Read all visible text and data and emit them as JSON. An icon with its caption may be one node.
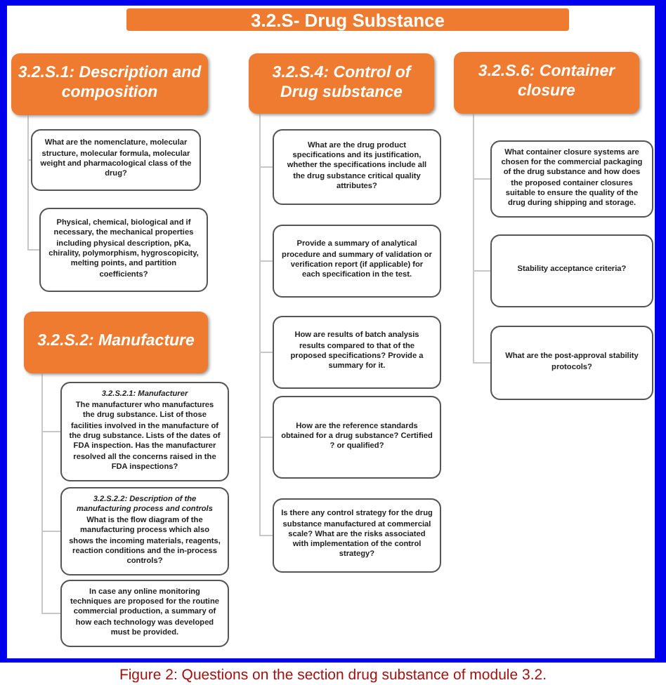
{
  "diagram": {
    "caption": "Figure 2: Questions on the section drug substance of module 3.2.",
    "nodes": [
      {
        "text": [
          "3.2.S- Drug Substance"
        ]
      },
      {
        "text": [
          "3.2.S.1: Description and composition"
        ]
      },
      {
        "text": [
          "What are the nomenclature, molecular structure, molecular formula, molecular weight and pharmacological class of the drug?"
        ]
      },
      {
        "text": [
          "Physical, chemical, biological and if necessary, the mechanical properties including physical description, pKa, chirality, polymorphism, hygroscopicity, melting points, and partition coefficients?"
        ]
      },
      {
        "text": [
          "3.2.S.2: Manufacture"
        ]
      },
      {
        "text": [
          "3.2.S.2.1: Manufacturer",
          "The manufacturer who manufactures the drug substance. List of those facilities involved in the manufacture of the drug substance. Lists of the dates of FDA inspection. Has the manufacturer resolved all the concerns raised in the FDA inspections?"
        ]
      },
      {
        "text": [
          "3.2.S.2.2: Description of the manufacturing process and controls",
          "What is the flow diagram of the manufacturing process which also shows the incoming materials, reagents, reaction conditions and the in-process controls?"
        ]
      },
      {
        "text": [
          "In case any online monitoring techniques are proposed for the routine commercial production, a summary of how each technology was developed must be provided."
        ]
      },
      {
        "text": [
          "3.2.S.4: Control of Drug substance"
        ]
      },
      {
        "text": [
          "What are the drug product specifications and its justification, whether the specifications include all the drug substance critical quality attributes?"
        ]
      },
      {
        "text": [
          "Provide a summary of analytical procedure and summary of validation or verification report (if applicable) for each specification in the test."
        ]
      },
      {
        "text": [
          "How are results of batch analysis results compared to that of the proposed specifications? Provide a summary for it."
        ]
      },
      {
        "text": [
          "How are the reference standards obtained for a drug substance? Certified ? or qualified?"
        ]
      },
      {
        "text": [
          "Is there any control strategy for the drug substance manufactured at commercial scale? What are the risks associated with implementation of the control strategy?"
        ]
      },
      {
        "text": [
          "3.2.S.6: Container closure"
        ]
      },
      {
        "text": [
          "What container closure systems are chosen for the commercial packaging of the drug substance and how does the proposed container closures suitable to ensure the quality of the drug during shipping and storage."
        ]
      },
      {
        "text": [
          "Stability acceptance criteria?"
        ]
      },
      {
        "text": [
          "What are the post-approval stability protocols?"
        ]
      }
    ],
    "edges": [
      {
        "from": 1,
        "to": 2,
        "arrow": "none"
      },
      {
        "from": 1,
        "to": 3,
        "arrow": "none"
      },
      {
        "from": 4,
        "to": 5,
        "arrow": "none"
      },
      {
        "from": 4,
        "to": 6,
        "arrow": "none"
      },
      {
        "from": 4,
        "to": 7,
        "arrow": "none"
      },
      {
        "from": 8,
        "to": 9,
        "arrow": "none"
      },
      {
        "from": 8,
        "to": 10,
        "arrow": "none"
      },
      {
        "from": 8,
        "to": 11,
        "arrow": "none"
      },
      {
        "from": 8,
        "to": 12,
        "arrow": "none"
      },
      {
        "from": 8,
        "to": 13,
        "arrow": "none"
      },
      {
        "from": 14,
        "to": 15,
        "arrow": "none"
      },
      {
        "from": 14,
        "to": 16,
        "arrow": "none"
      },
      {
        "from": 14,
        "to": 17,
        "arrow": "none"
      }
    ]
  }
}
